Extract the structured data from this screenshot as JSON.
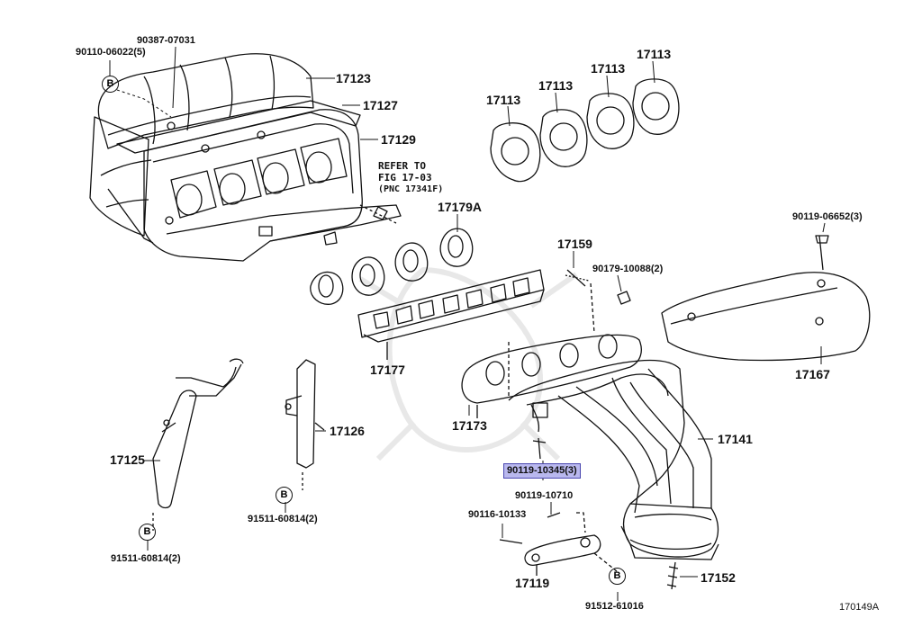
{
  "diagram_code": "170149A",
  "parts": {
    "p90387_07031": "90387-07031",
    "p90110_06022": "90110-06022(5)",
    "p17123": "17123",
    "p17127": "17127",
    "p17129": "17129",
    "p17113_a": "17113",
    "p17113_b": "17113",
    "p17113_c": "17113",
    "p17113_d": "17113",
    "p17179A": "17179A",
    "p90119_06652": "90119-06652(3)",
    "p17159": "17159",
    "p90179_10088": "90179-10088(2)",
    "p17177": "17177",
    "p17167": "17167",
    "p17173": "17173",
    "p17141": "17141",
    "p17125": "17125",
    "p17126": "17126",
    "p90119_10345": "90119-10345(3)",
    "p90119_10710": "90119-10710",
    "p90116_10133": "90116-10133",
    "p91511_60814_a": "91511-60814(2)",
    "p91511_60814_b": "91511-60814(2)",
    "p17119": "17119",
    "p91512_61016": "91512-61016",
    "p17152": "17152"
  },
  "note": {
    "line1": "REFER TO",
    "line2": "FIG 17-03",
    "line3": "(PNC 17341F)"
  },
  "markers": {
    "b1": "B",
    "b2": "B",
    "b3": "B",
    "b4": "B"
  },
  "highlight_color": "#b9b8ee"
}
